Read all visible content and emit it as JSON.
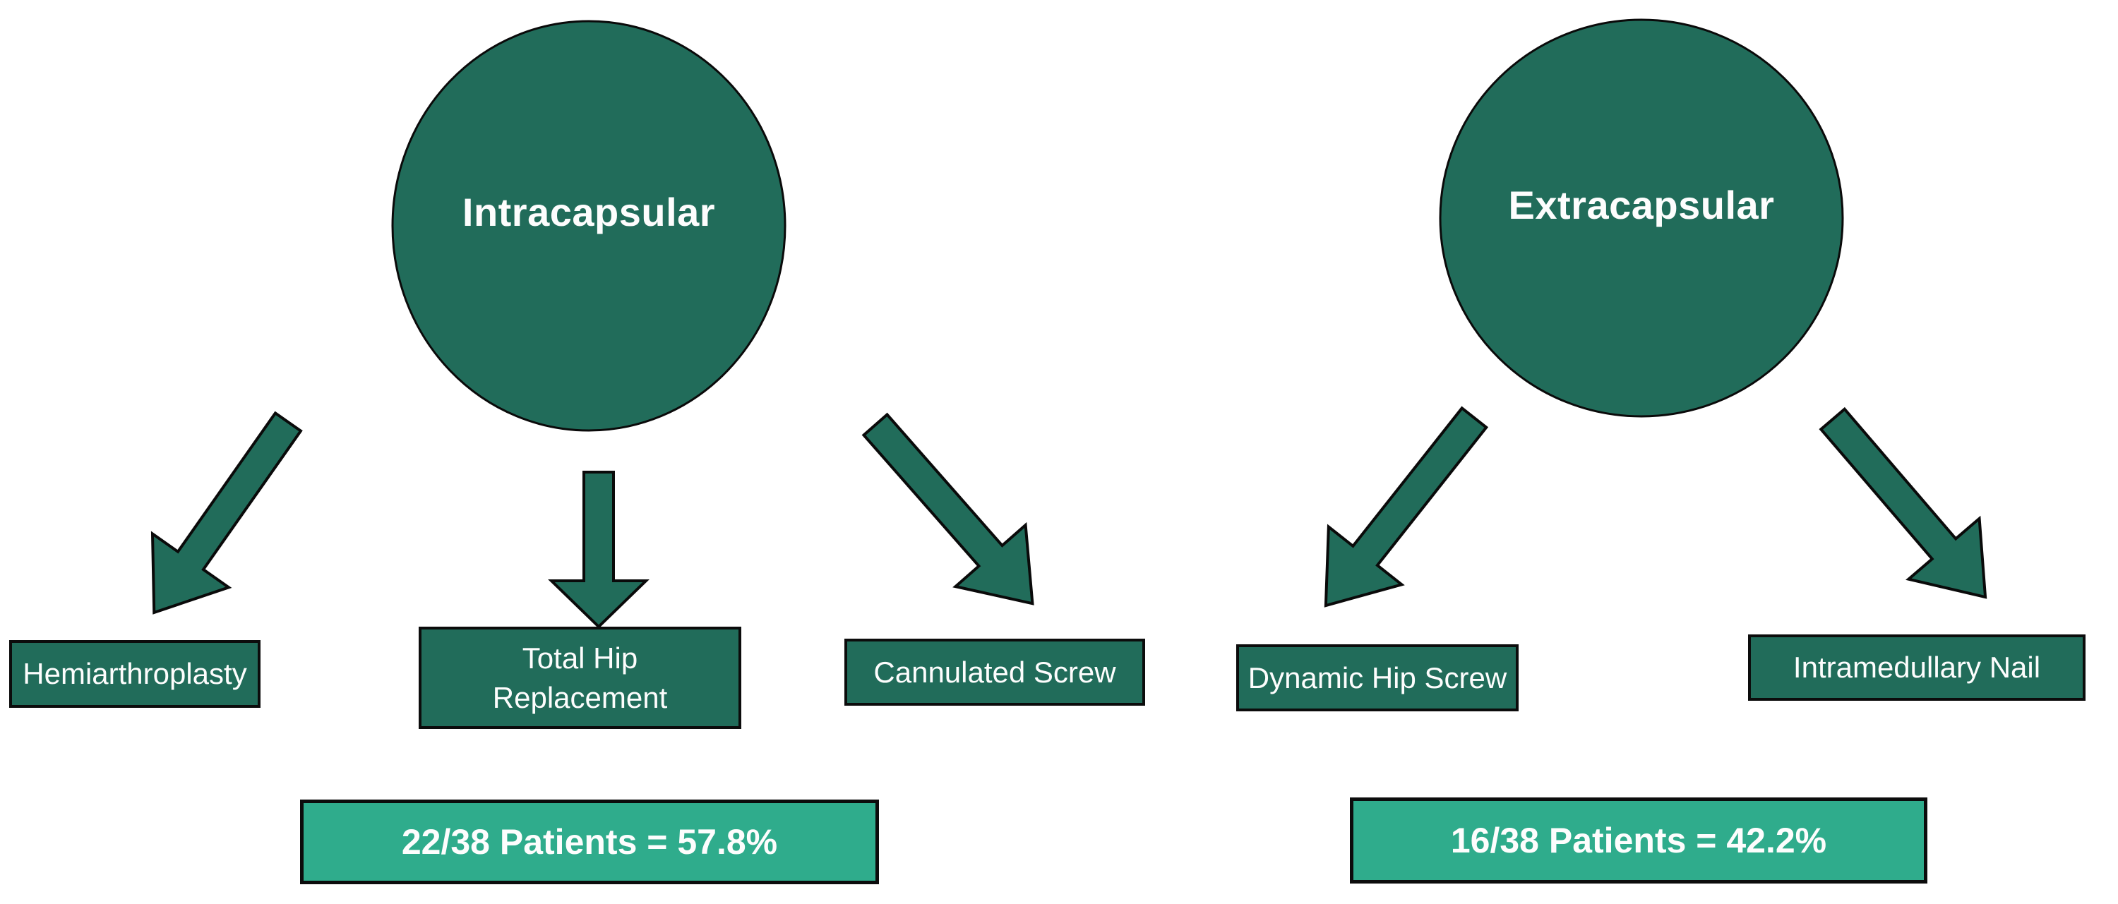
{
  "colors": {
    "dark_green": "#216C5A",
    "light_green": "#2FAC8C",
    "outline": "#0c0c0c",
    "label_text": "#FDFDFD",
    "background": "#FFFFFF"
  },
  "left_branch": {
    "category": "Intracapsular",
    "treatments": {
      "hemiarthroplasty": "Hemiarthroplasty",
      "total_hip_replacement": "Total Hip Replacement",
      "cannulated_screw": "Cannulated Screw"
    },
    "stat": "22/38 Patients = 57.8%"
  },
  "right_branch": {
    "category": "Extracapsular",
    "treatments": {
      "dynamic_hip_screw": "Dynamic Hip Screw",
      "intramedullary_nail": "Intramedullary Nail"
    },
    "stat": "16/38 Patients = 42.2%"
  }
}
